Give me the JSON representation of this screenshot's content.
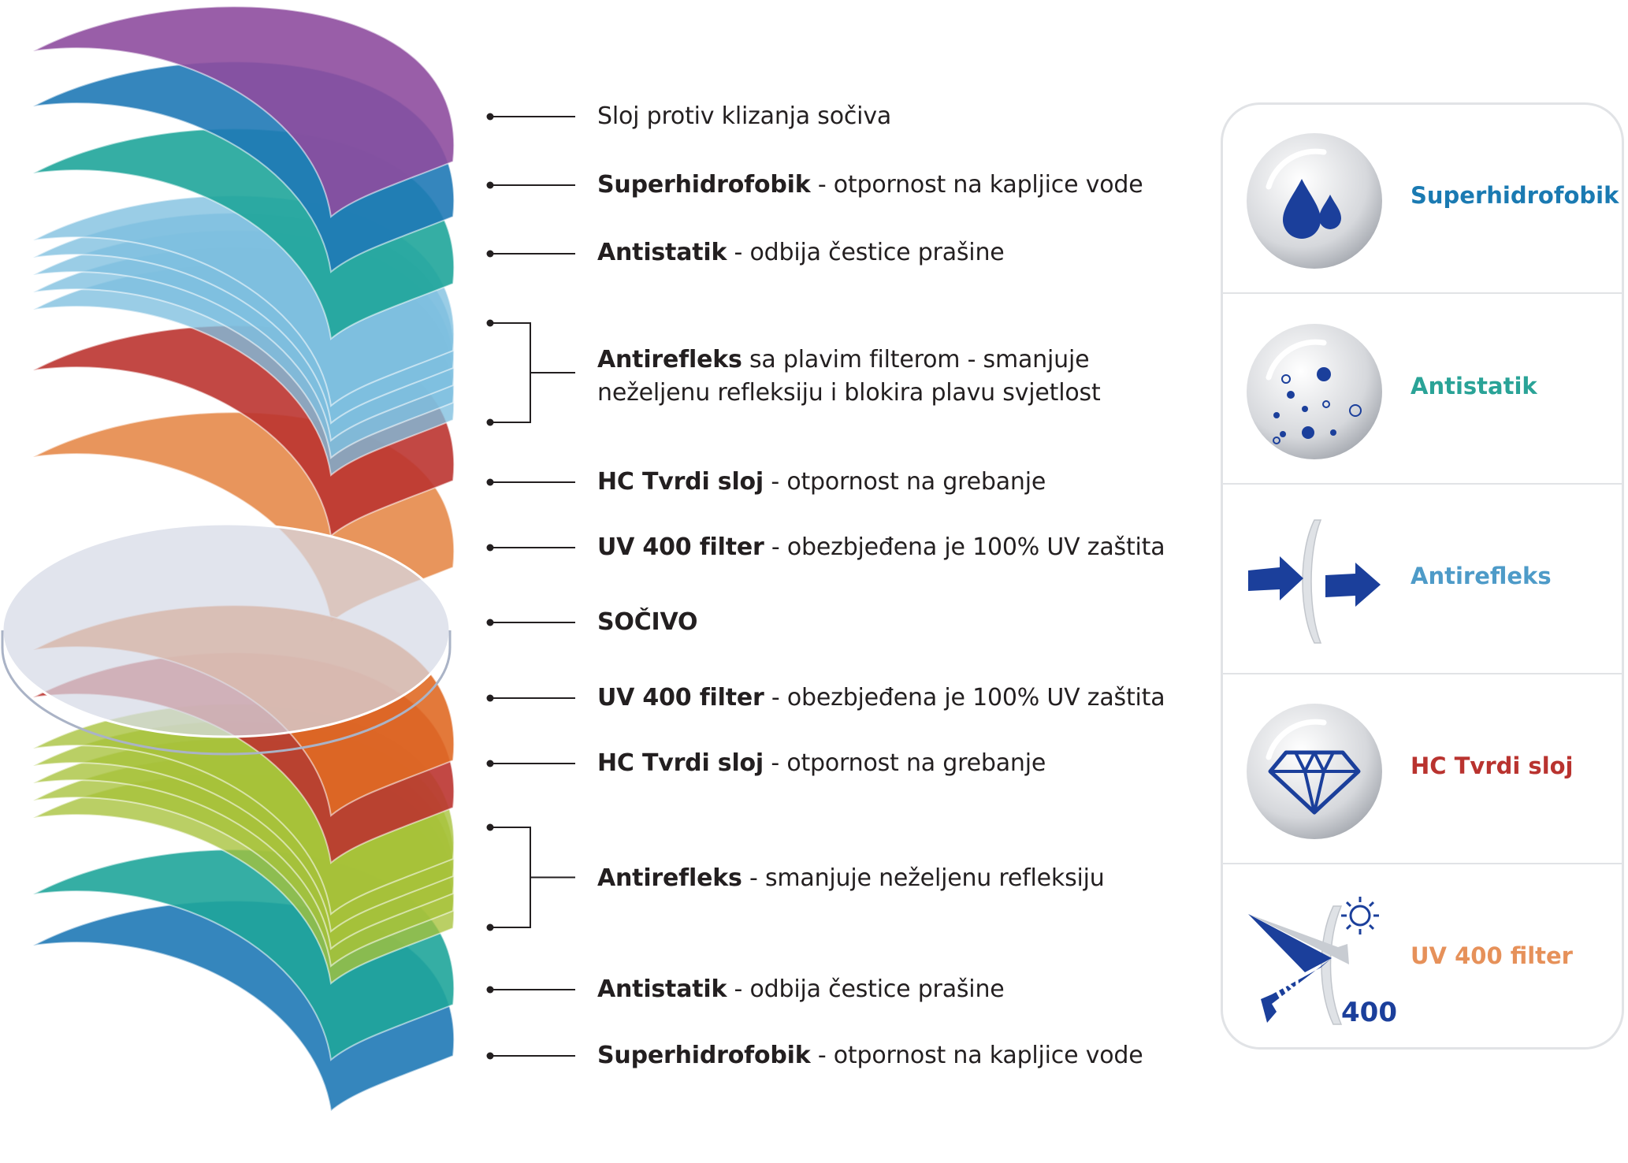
{
  "layers": [
    {
      "bold": "",
      "text": "Sloj protiv klizanja sočiva",
      "color": "#8e4c9e",
      "group": false
    },
    {
      "bold": "Superhidrofobik",
      "text": " - otpornost na kapljice vode",
      "color": "#1f79b6",
      "group": false
    },
    {
      "bold": "Antistatik",
      "text": " - odbija čestice prašine",
      "color": "#1fa59a",
      "group": false
    },
    {
      "bold": "Antirefleks",
      "text": " sa plavim filterom - smanjuje",
      "text2": "neželjenu refleksiju i blokira plavu svjetlost",
      "color": "#7dbfdf",
      "group": true
    },
    {
      "bold": "HC Tvrdi sloj",
      "text": " - otpornost na grebanje",
      "color": "#bb3430",
      "group": false
    },
    {
      "bold": "UV 400 filter",
      "text": " - obezbjeđena je 100% UV zaštita",
      "color": "#e5894a",
      "group": false
    },
    {
      "bold": "SOČIVO",
      "text": "",
      "color": "#d5dae6",
      "group": false
    },
    {
      "bold": "UV 400 filter",
      "text": " - obezbjeđena je 100% UV zaštita",
      "color": "#e06a25",
      "group": false
    },
    {
      "bold": "HC Tvrdi sloj",
      "text": " - otpornost na grebanje",
      "color": "#bb3430",
      "group": false
    },
    {
      "bold": "Antirefleks",
      "text": " - smanjuje neželjenu refleksiju",
      "color": "#a7c23a",
      "group": true
    },
    {
      "bold": "Antistatik",
      "text": " - odbija čestice prašine",
      "color": "#1fa59a",
      "group": false
    },
    {
      "bold": "Superhidrofobik",
      "text": " - otpornost na kapljice vode",
      "color": "#1f79b6",
      "group": false
    }
  ],
  "benefits": [
    {
      "name": "Superhidrofobik",
      "icon": "water-drops-icon",
      "color": "#1a7ab2"
    },
    {
      "name": "Antistatik",
      "icon": "dust-particles-icon",
      "color": "#2aa397"
    },
    {
      "name": "Antirefleks",
      "icon": "light-through-lens-icon",
      "color": "#4e9bc8"
    },
    {
      "name": "HC Tvrdi sloj",
      "icon": "diamond-icon",
      "color": "#b9332f"
    },
    {
      "name": "UV 400 filter",
      "icon": "uv-shield-icon",
      "color": "#e6915a",
      "badge": "UV",
      "value": "400"
    }
  ],
  "colors": {
    "icon_blue": "#1b3f9b",
    "line": "#231f20",
    "panel_border": "#e1e3e6"
  }
}
